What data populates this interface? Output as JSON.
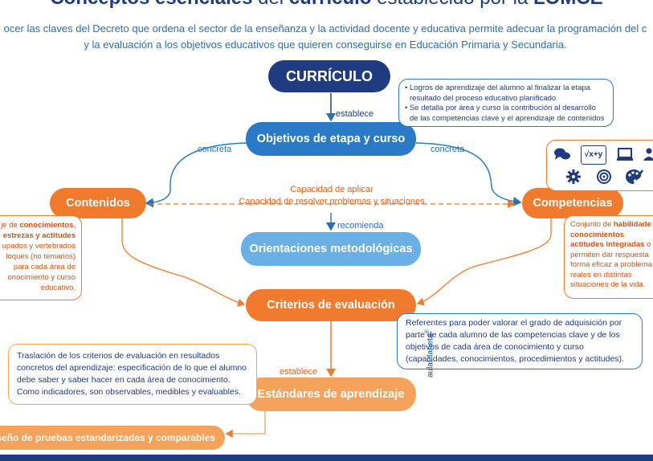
{
  "title": {
    "part1": "Conceptos esenciales",
    "part2": " del ",
    "part3": "currículo",
    "part4": " establecido por la ",
    "part5": "LOMCE"
  },
  "subtitle": {
    "line1": "ocer las claves del Decreto que ordena el sector de la enseñanza y la actividad docente y educativa permite adecuar la programación del c",
    "line2": "y la evaluación a los objetivos educativos que quieren conseguirse en Educación Primaria y Secundaria."
  },
  "nodes": {
    "curriculo": "CURRÍCULO",
    "objetivos": "Objetivos de etapa y curso",
    "contenidos": "Contenidos",
    "competencias": "Competencias",
    "orientaciones": "Orientaciones metodológicas",
    "criterios": "Criterios de evaluación",
    "estandares": "Estándares de aprendizaje",
    "pruebas": "iseño de pruebas estandarizadas y comparables"
  },
  "labels": {
    "establece1": "establece",
    "concreta_left": "concreta",
    "concreta_right": "concreta",
    "recomienda": "recomienda",
    "establece2": "establece",
    "capacidad1": "Capacidad de aplicar",
    "capacidad2": "Capacidad de resolver problemas y situaciones"
  },
  "boxes": {
    "curriculo_note": [
      "• Logros de aprendizaje del alumno al finalizar la etapa",
      "  resultado del proceso educativo planificado",
      "• Se detalla por área y curso la contribución al desarrollo",
      "  de las competencias clave y el aprendizaje de contenidos"
    ],
    "contenidos_note": {
      "l1a": "je de ",
      "l1b": "conocimientos",
      "l2": "estrezas y actitudes",
      "l3": "upados y vertebrados",
      "l4": "loques (no temarios)",
      "l5": "para cada área de",
      "l6": "onocimiento y curso",
      "l7": "educativo."
    },
    "competencias_note": {
      "l1a": "Conjunto de ",
      "l1b": "habilidade",
      "l2": "conocimientos",
      "l3a": "actitudes integradas",
      "l3b": " o",
      "l4": "permiten dar respuesta",
      "l5": "forma eficaz a problema",
      "l6": "reales en distintas",
      "l7": "situaciones de la vida."
    },
    "criterios_note": [
      "Referentes para poder valorar el grado de adquisición por",
      "parte de cada alumno de las competencias clave y de los",
      "objetivos de cada área de conocimiento y curso",
      "(capacidades, conocimientos, procedimientos y actitudes)."
    ],
    "estandares_note": [
      "Traslación de los criterios de evaluación en resultados",
      "concretos del aprendizaje: especificación de lo que el alumno",
      "debe saber y saber hacer en cada área de conocimiento.",
      "Como indicadores, son observables, medibles y evaluables."
    ]
  },
  "icons": {
    "row1": [
      "speech-bubbles-icon",
      "square-root-icon",
      "computer-icon",
      "people-icon"
    ],
    "row2": [
      "gear-icon",
      "target-icon",
      "palette-icon"
    ],
    "sqrt_text": "√x+y"
  },
  "brand": {
    "a": "aula",
    "b": "Planeta",
    "reg": "®"
  },
  "colors": {
    "dark_blue": "#1f3b82",
    "blue": "#2a7ac8",
    "light_blue": "#6ab0e4",
    "orange": "#f07a2e",
    "light_orange": "#f5a35c"
  }
}
